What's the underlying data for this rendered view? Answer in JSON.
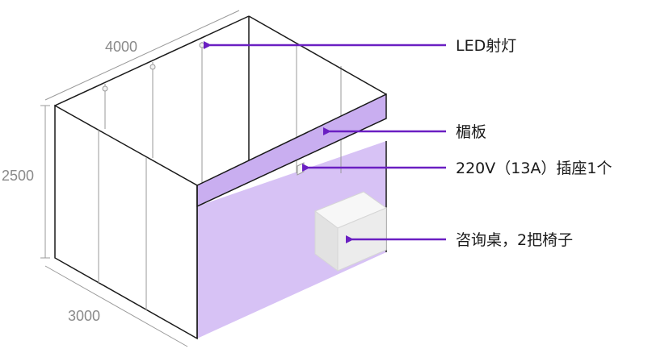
{
  "dimensions": {
    "width_label": "4000",
    "height_label": "2500",
    "depth_label": "3000"
  },
  "callouts": {
    "led": "LED射灯",
    "fascia": "楣板",
    "socket": "220V（13A）插座1个",
    "furniture": "咨询桌，2把椅子"
  },
  "colors": {
    "accent": "#6a1fc2",
    "fascia_fill": "#c9aef0",
    "floor_fill": "#d7c2f5",
    "desk_fill": "#ececec",
    "line": "#1a1a1a",
    "dimension": "#8a8a8a"
  }
}
